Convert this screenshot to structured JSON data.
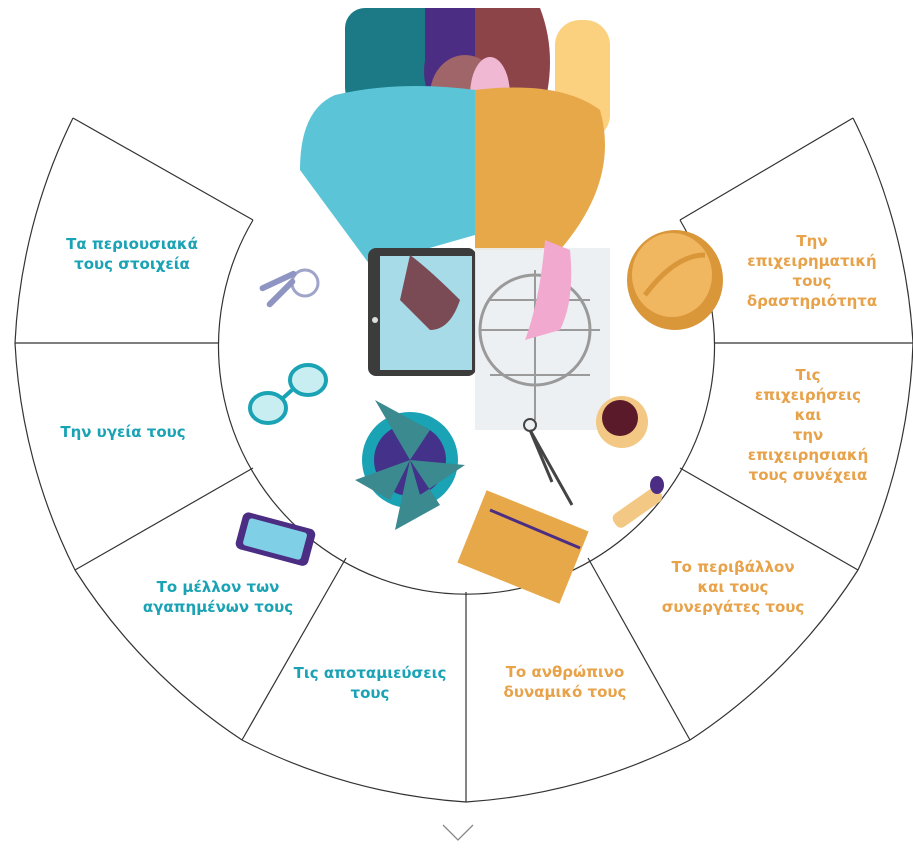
{
  "colors": {
    "left_text": "#1aa3b5",
    "right_text": "#e7a24a",
    "ring_line": "#333333"
  },
  "segments_left": [
    {
      "id": "assets",
      "label": "Τα περιουσιακά\nτους στοιχεία"
    },
    {
      "id": "health",
      "label": "Την υγεία τους"
    },
    {
      "id": "future",
      "label": "Το μέλλον των\nαγαπημένων τους"
    },
    {
      "id": "savings",
      "label": "Τις αποταμιεύσεις\nτους"
    }
  ],
  "segments_right": [
    {
      "id": "business_activity",
      "label": "Την\nεπιχειρηματική\nτους δραστηριότητα"
    },
    {
      "id": "continuity",
      "label": "Τις επιχειρήσεις και\nτην επιχειρησιακή\nτους συνέχεια"
    },
    {
      "id": "environment",
      "label": "Το περιβάλλον\nκαι τους\nσυνεργάτες τους"
    },
    {
      "id": "human_capital",
      "label": "Το ανθρώπινο\nδυναμικό τους"
    }
  ],
  "scroll_icon": "chevron-down-icon"
}
